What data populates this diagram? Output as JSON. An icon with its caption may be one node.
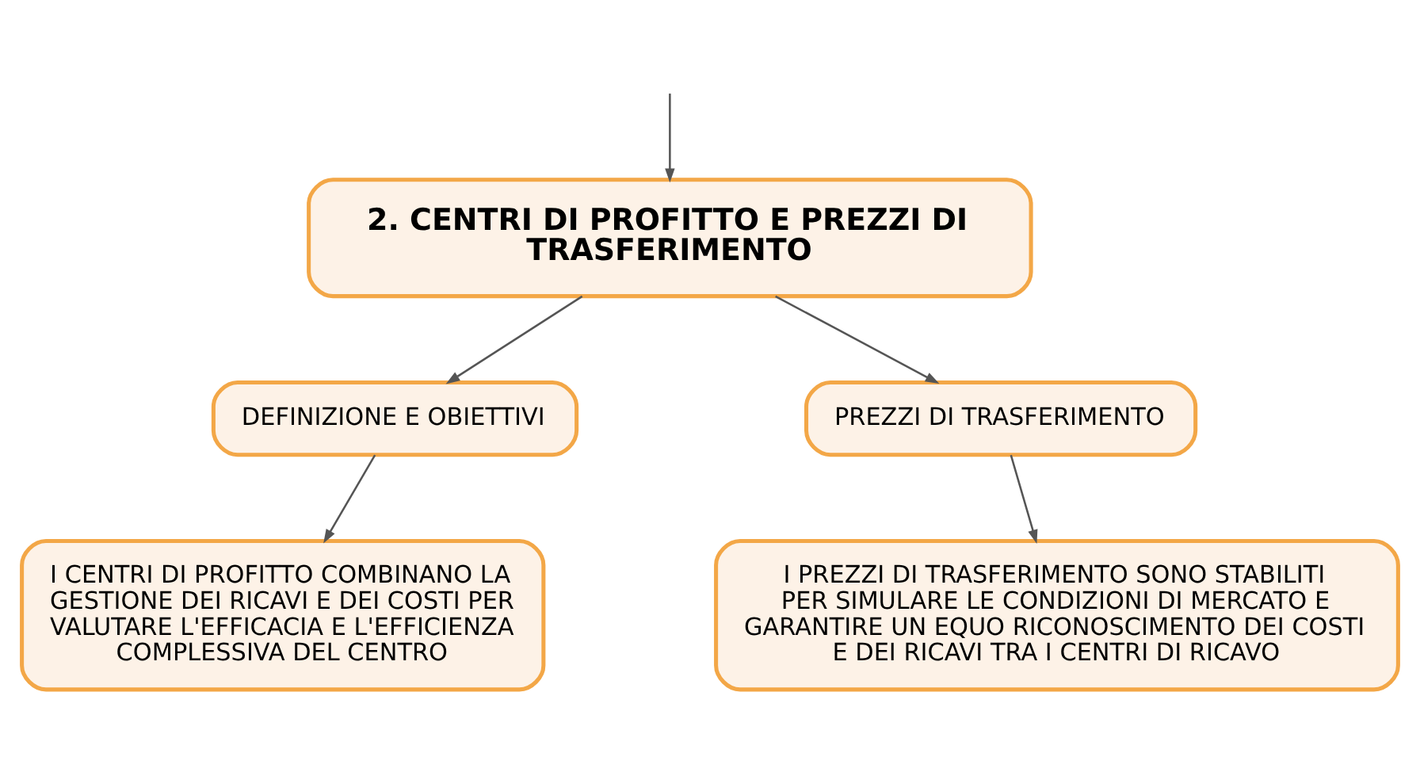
{
  "diagram": {
    "nodes": [
      {
        "text": [
          "2. CENTRI DI PROFITTO E PREZZI DI TRASFERIMENTO"
        ]
      },
      {
        "text": [
          "DEFINIZIONE E OBIETTIVI"
        ]
      },
      {
        "text": [
          "PREZZI DI TRASFERIMENTO"
        ]
      },
      {
        "text": [
          "I CENTRI DI PROFITTO COMBINANO LA GESTIONE DEI RICAVI E DEI COSTI PER VALUTARE L'EFFICACIA E L'EFFICIENZA COMPLESSIVA DEL CENTRO"
        ]
      },
      {
        "text": [
          "I PREZZI DI TRASFERIMENTO SONO STABILITI PER SIMULARE LE CONDIZIONI DI MERCATO E GARANTIRE UN EQUO RICONOSCIMENTO DEI COSTI E DEI RICAVI TRA I CENTRI DI RICAVO"
        ]
      }
    ],
    "edges": [
      {
        "from": null,
        "to": 0,
        "arrow": "to"
      },
      {
        "from": 0,
        "to": 1,
        "arrow": "to"
      },
      {
        "from": 0,
        "to": 2,
        "arrow": "to"
      },
      {
        "from": 1,
        "to": 3,
        "arrow": "to"
      },
      {
        "from": 2,
        "to": 4,
        "arrow": "to"
      }
    ]
  }
}
